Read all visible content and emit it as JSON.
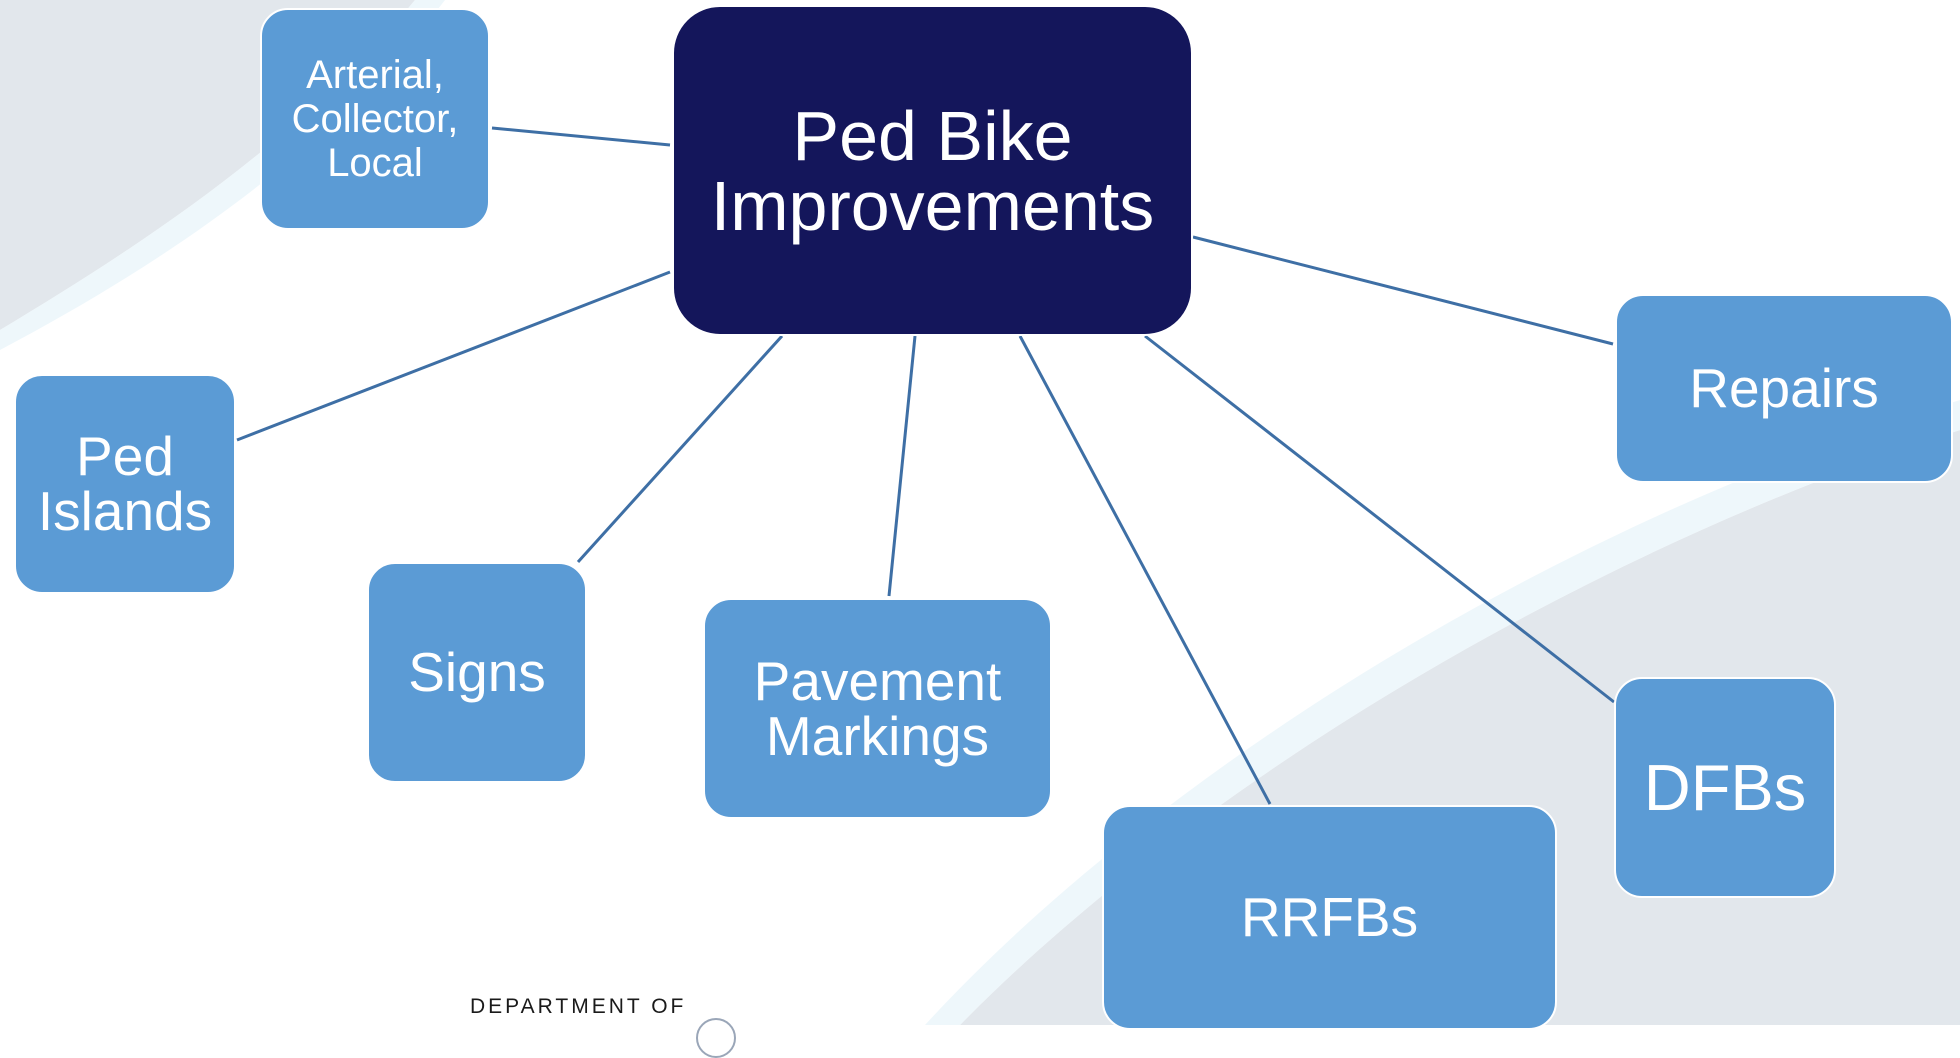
{
  "diagram": {
    "center": {
      "label": "Ped Bike\nImprovements"
    },
    "nodes": [
      {
        "id": "arterial",
        "label": "Arterial,\nCollector,\nLocal"
      },
      {
        "id": "islands",
        "label": "Ped\nIslands"
      },
      {
        "id": "signs",
        "label": "Signs"
      },
      {
        "id": "pavement",
        "label": "Pavement\nMarkings"
      },
      {
        "id": "rrfbs",
        "label": "RRFBs"
      },
      {
        "id": "dfbs",
        "label": "DFBs"
      },
      {
        "id": "repairs",
        "label": "Repairs"
      }
    ]
  },
  "footer": {
    "department_text": "DEPARTMENT OF"
  },
  "colors": {
    "center_fill": "#14165b",
    "node_fill": "#5b9bd5",
    "connector": "#3e6fa5",
    "background_band": "#e2e7ec",
    "background_stripe": "#eef7fb"
  }
}
